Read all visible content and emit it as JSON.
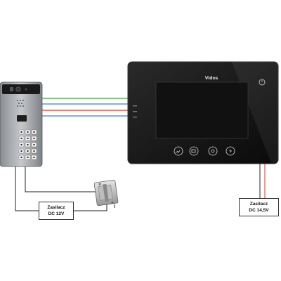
{
  "monitor": {
    "brand": "Vidos",
    "buttons": [
      {
        "name": "call-icon"
      },
      {
        "name": "camera-icon"
      },
      {
        "name": "menu-icon"
      },
      {
        "name": "key-icon"
      }
    ],
    "status_icon": "power-icon"
  },
  "power_supply_left": {
    "line1": "Zasilacz",
    "line2": "DC 12V"
  },
  "power_supply_right": {
    "line1": "Zasilacz",
    "line2": "DC 14,5V"
  },
  "wire_colors": {
    "green": "#3aa651",
    "blue": "#3b7fd6",
    "red": "#d13a2a",
    "black": "#222222"
  }
}
